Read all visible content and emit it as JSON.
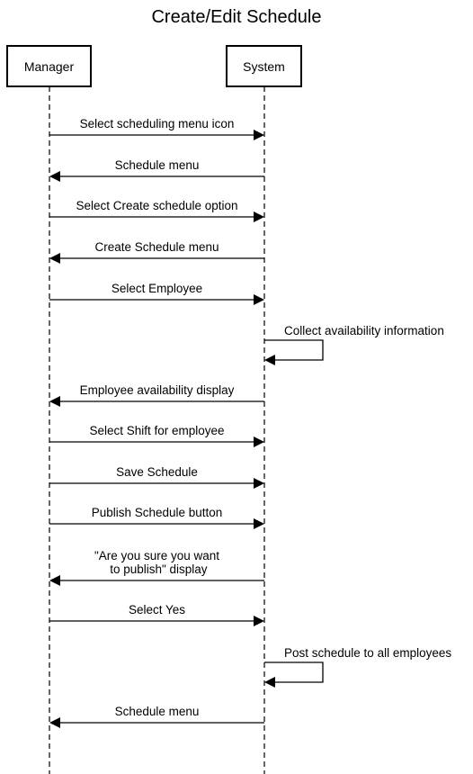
{
  "title": "Create/Edit Schedule",
  "actors": [
    {
      "label": "Manager"
    },
    {
      "label": "System"
    }
  ],
  "messages": [
    {
      "from": "Manager",
      "to": "System",
      "lines": [
        "Select scheduling menu icon"
      ]
    },
    {
      "from": "System",
      "to": "Manager",
      "lines": [
        "Schedule menu"
      ]
    },
    {
      "from": "Manager",
      "to": "System",
      "lines": [
        "Select Create schedule option"
      ]
    },
    {
      "from": "System",
      "to": "Manager",
      "lines": [
        "Create Schedule menu"
      ]
    },
    {
      "from": "Manager",
      "to": "System",
      "lines": [
        "Select Employee"
      ]
    },
    {
      "from": "System",
      "to": "System",
      "lines": [
        "Collect availability information"
      ]
    },
    {
      "from": "System",
      "to": "Manager",
      "lines": [
        "Employee availability display"
      ]
    },
    {
      "from": "Manager",
      "to": "System",
      "lines": [
        "Select Shift for employee"
      ]
    },
    {
      "from": "Manager",
      "to": "System",
      "lines": [
        "Save Schedule"
      ]
    },
    {
      "from": "Manager",
      "to": "System",
      "lines": [
        "Publish Schedule button"
      ]
    },
    {
      "from": "System",
      "to": "Manager",
      "lines": [
        "\"Are you sure you want",
        " to publish\" display"
      ]
    },
    {
      "from": "Manager",
      "to": "System",
      "lines": [
        "Select Yes"
      ]
    },
    {
      "from": "System",
      "to": "System",
      "lines": [
        "Post schedule to all employees"
      ]
    },
    {
      "from": "System",
      "to": "Manager",
      "lines": [
        "Schedule menu"
      ]
    }
  ]
}
